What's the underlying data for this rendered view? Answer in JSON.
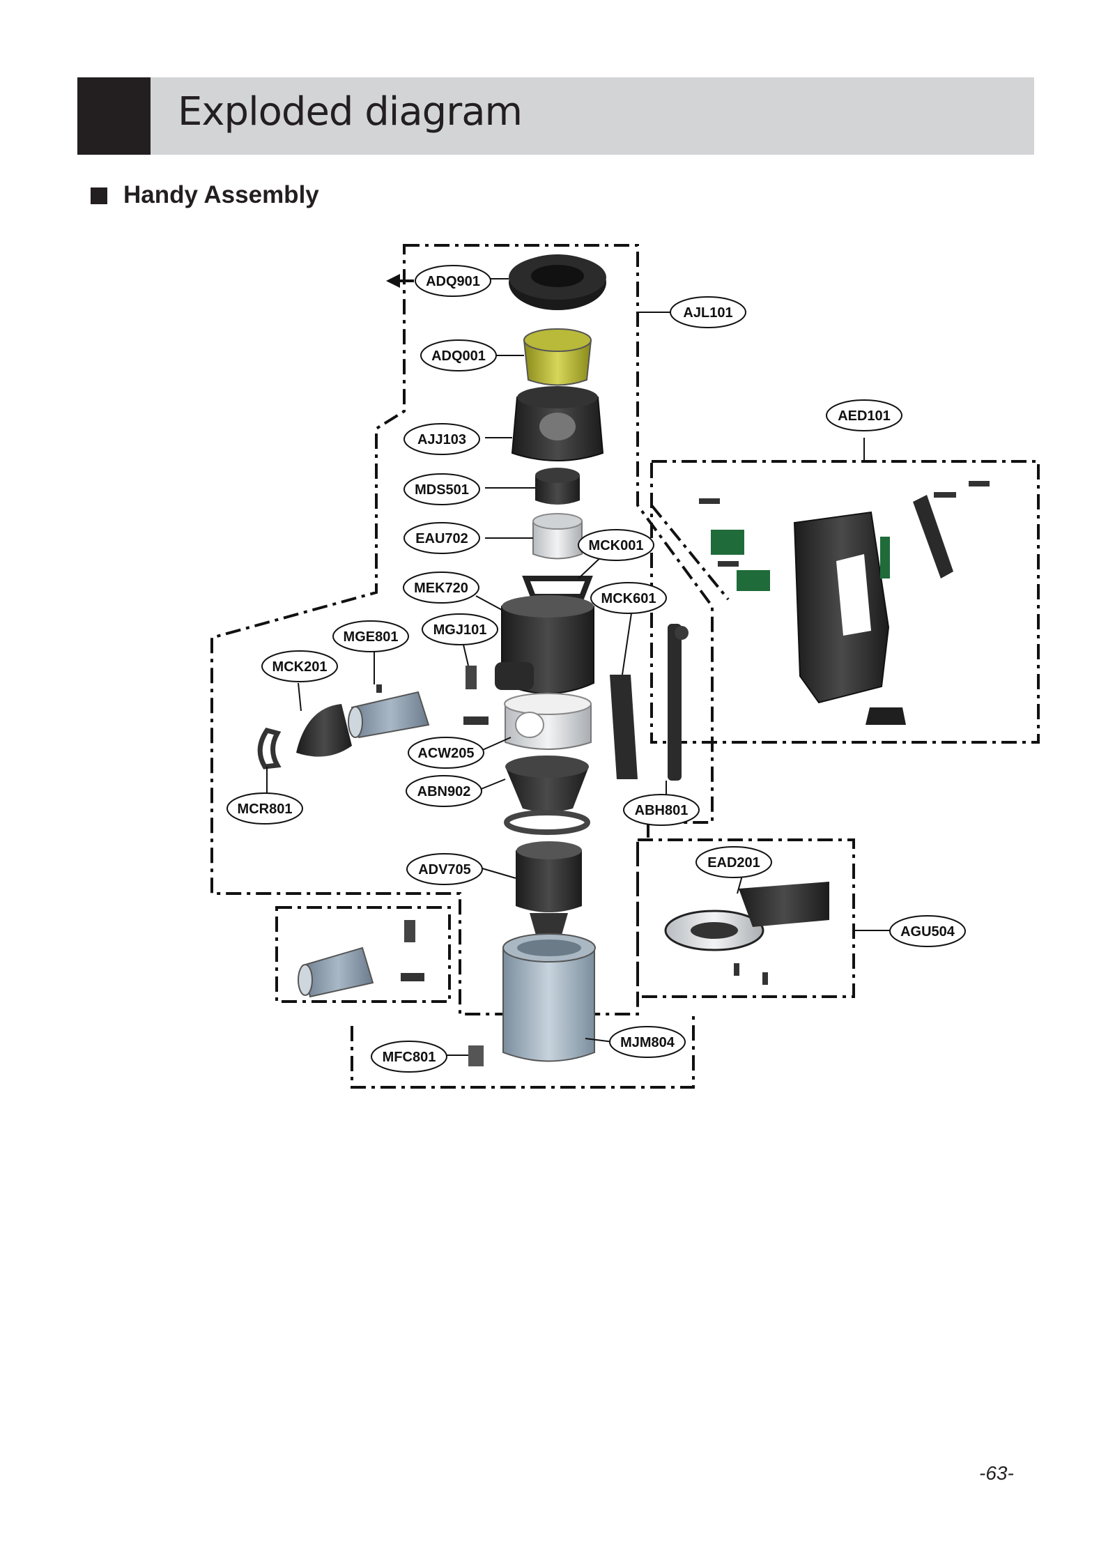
{
  "header": {
    "title": "Exploded diagram"
  },
  "section": {
    "title": "Handy Assembly"
  },
  "callouts": [
    {
      "id": "adq901",
      "label": "ADQ901"
    },
    {
      "id": "ajl101",
      "label": "AJL101"
    },
    {
      "id": "adq001",
      "label": "ADQ001"
    },
    {
      "id": "ajj103",
      "label": "AJJ103"
    },
    {
      "id": "aed101",
      "label": "AED101"
    },
    {
      "id": "mds501",
      "label": "MDS501"
    },
    {
      "id": "eau702",
      "label": "EAU702"
    },
    {
      "id": "mck001",
      "label": "MCK001"
    },
    {
      "id": "mek720",
      "label": "MEK720"
    },
    {
      "id": "mck601",
      "label": "MCK601"
    },
    {
      "id": "mge801",
      "label": "MGE801"
    },
    {
      "id": "mgj101",
      "label": "MGJ101"
    },
    {
      "id": "mck201",
      "label": "MCK201"
    },
    {
      "id": "acw205",
      "label": "ACW205"
    },
    {
      "id": "abn902",
      "label": "ABN902"
    },
    {
      "id": "mcr801",
      "label": "MCR801"
    },
    {
      "id": "abh801",
      "label": "ABH801"
    },
    {
      "id": "ead201",
      "label": "EAD201"
    },
    {
      "id": "adv705",
      "label": "ADV705"
    },
    {
      "id": "agu504",
      "label": "AGU504"
    },
    {
      "id": "mjm804",
      "label": "MJM804"
    },
    {
      "id": "mfc801",
      "label": "MFC801"
    }
  ],
  "page": {
    "number": "-63-"
  }
}
